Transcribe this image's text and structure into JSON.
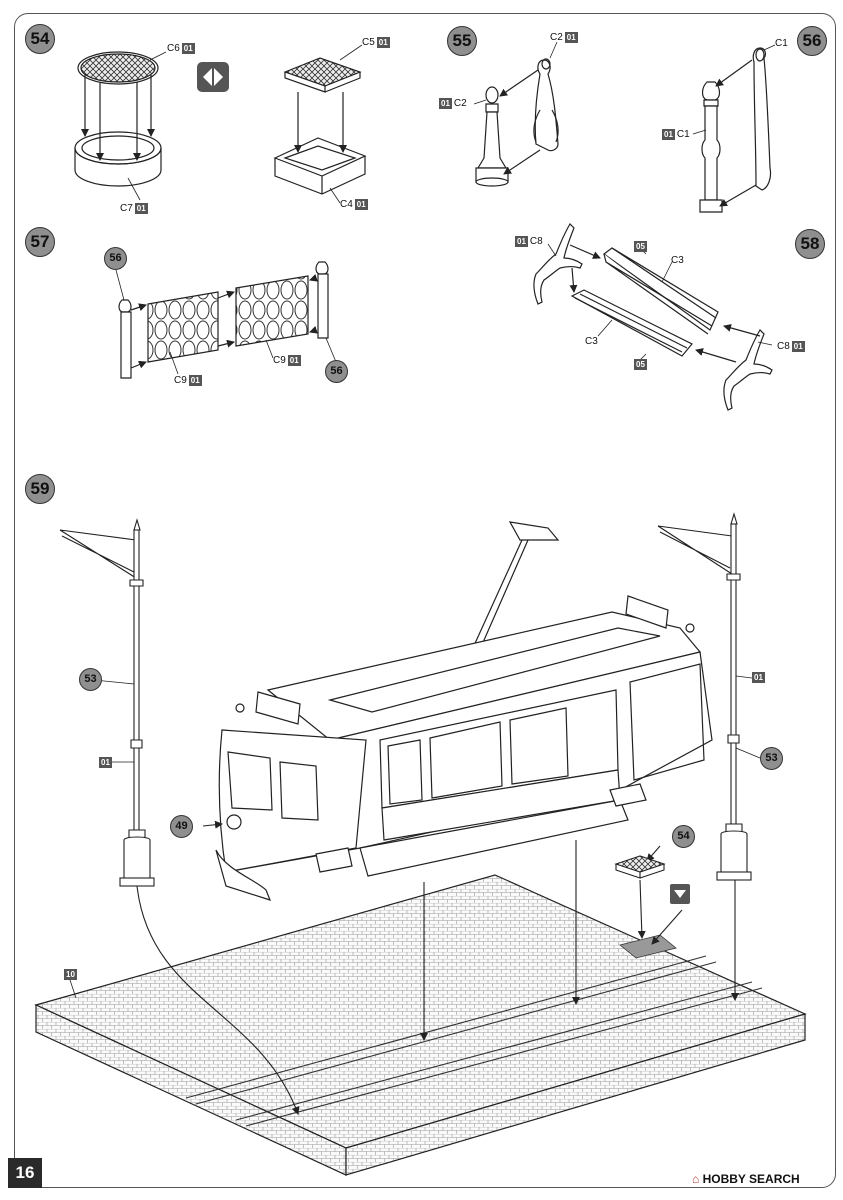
{
  "page_number": "16",
  "watermark": {
    "symbol": "⌂",
    "text": "HOBBY SEARCH"
  },
  "steps": {
    "s54": "54",
    "s55": "55",
    "s56": "56",
    "s57": "57",
    "s58": "58",
    "s59": "59"
  },
  "sub_refs": {
    "r56a": "56",
    "r56b": "56",
    "r53a": "53",
    "r53b": "53",
    "r49": "49",
    "r54": "54"
  },
  "parts": {
    "c6": "C6",
    "c7": "C7",
    "c5": "C5",
    "c4": "C4",
    "c2a": "C2",
    "c2b": "C2",
    "c1a": "C1",
    "c1b": "C1",
    "c9a": "C9",
    "c9b": "C9",
    "c8a": "C8",
    "c8b": "C8",
    "c3a": "C3",
    "c3b": "C3"
  },
  "paint": {
    "p01": "01",
    "p05": "05",
    "p10": "10"
  }
}
